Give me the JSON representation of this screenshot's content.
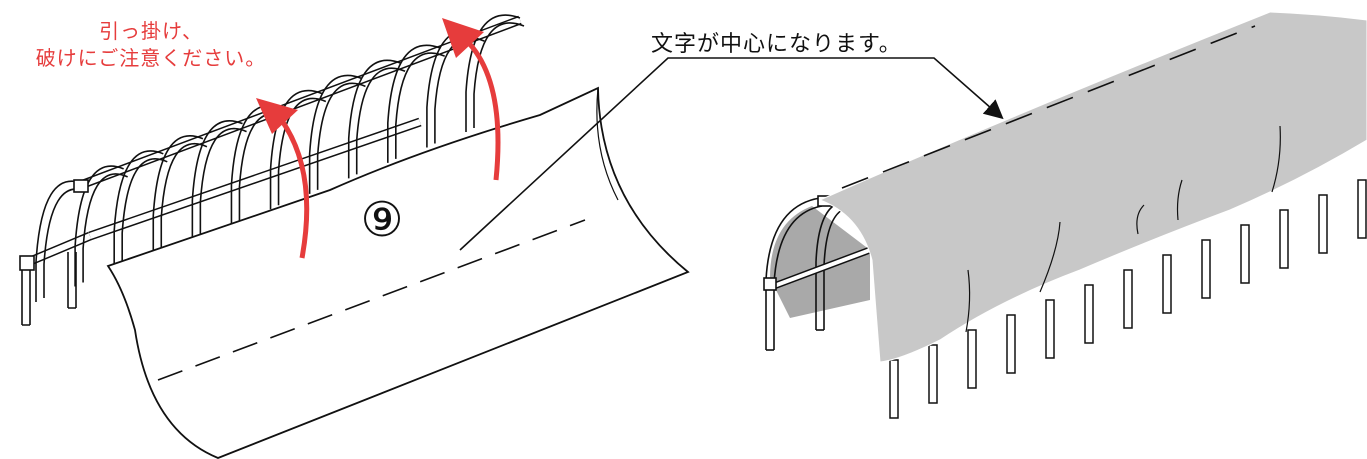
{
  "left_panel": {
    "caution_line1": "引っ掛け、",
    "caution_line2": "破けにご注意ください。",
    "step_marker": "⑨",
    "arrow_color": "#e63c3c"
  },
  "right_panel": {
    "center_note": "文字が中心になります。",
    "cover_color": "#c8c8c8"
  }
}
